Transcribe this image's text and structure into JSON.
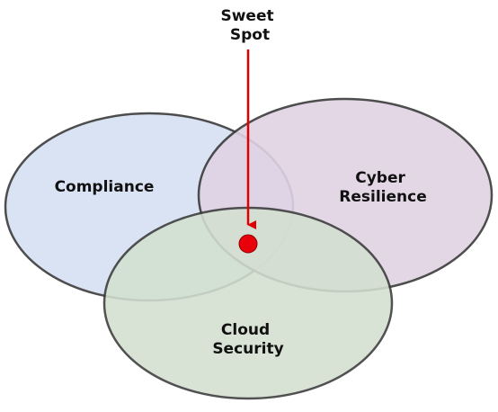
{
  "diagram": {
    "type": "venn",
    "circles": [
      {
        "id": "compliance",
        "lines": [
          "Compliance"
        ],
        "fill": "#d6e0f3",
        "stroke": "#3a3a3a"
      },
      {
        "id": "cyber-resilience",
        "lines": [
          "Cyber",
          "Resilience"
        ],
        "fill": "#e0d3e4",
        "stroke": "#3a3a3a"
      },
      {
        "id": "cloud-security",
        "lines": [
          "Cloud",
          "Security"
        ],
        "fill": "#d3e0d0",
        "stroke": "#3a3a3a"
      }
    ],
    "callout": {
      "lines": [
        "Sweet",
        "Spot"
      ],
      "arrow_color": "#e00000",
      "marker_color": "#e8000a"
    }
  }
}
